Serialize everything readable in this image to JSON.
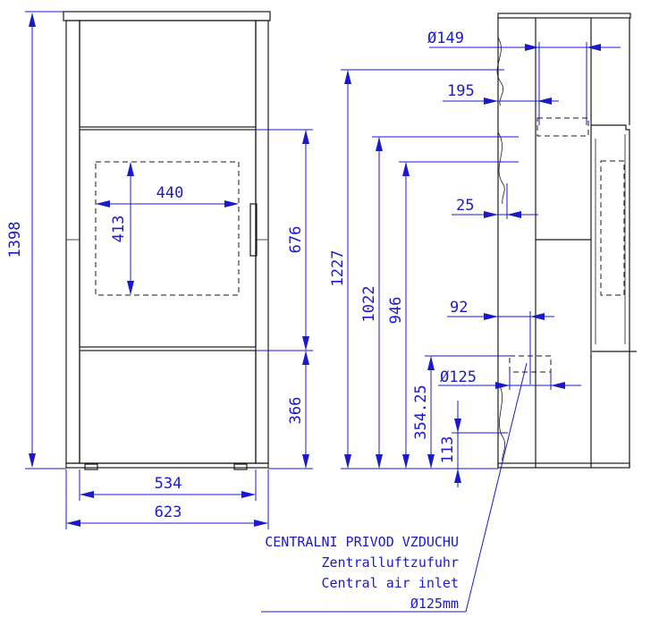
{
  "colors": {
    "line": "#1a1a1a",
    "dimension": "#1a1acc",
    "background": "#ffffff"
  },
  "front_view": {
    "overall_height": "1398",
    "window_width": "440",
    "window_height": "413",
    "door_height": "676",
    "lower_height": "366",
    "inner_width": "534",
    "outer_width": "623"
  },
  "side_view": {
    "flue_diameter": "Ø149",
    "flue_offset": "195",
    "top_outlet_height": "1227",
    "rear_outlet_height": "1022",
    "rear_outlet_center": "946",
    "pipe_offset": "25",
    "air_offset": "92",
    "air_diameter": "Ø125",
    "air_height": "354.25",
    "bottom_height": "113"
  },
  "note": {
    "line1": "CENTRALNI PRIVOD VZDUCHU",
    "line2": "Zentralluftzufuhr",
    "line3": "Central air inlet",
    "line4": "Ø125mm"
  }
}
